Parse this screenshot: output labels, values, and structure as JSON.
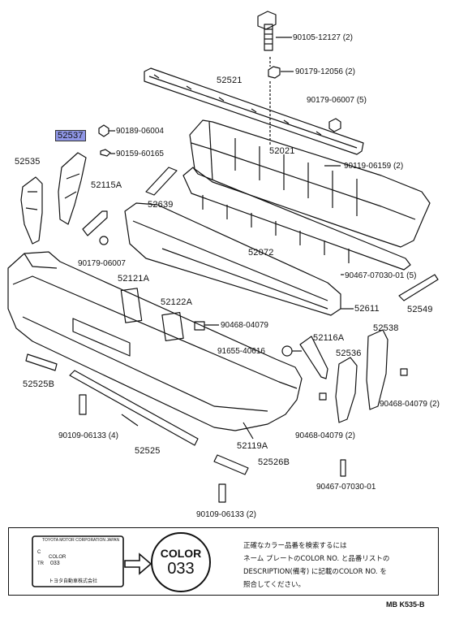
{
  "parts": {
    "p90105_12127": "90105-12127 (2)",
    "p90179_12056": "90179-12056 (2)",
    "p52521": "52521",
    "p90179_06007_5": "90179-06007 (5)",
    "p52537": "52537",
    "p90189_06004": "90189-06004",
    "p90159_60165": "90159-60165",
    "p52535": "52535",
    "p52021": "52021",
    "p90119_06159": "90119-06159 (2)",
    "p52115A": "52115A",
    "p52639": "52639",
    "p90179_06007": "90179-06007",
    "p52072": "52072",
    "p90467_07030_01_5": "90467-07030-01 (5)",
    "p52121A": "52121A",
    "p52122A": "52122A",
    "p52549": "52549",
    "p52611": "52611",
    "p90468_04079": "90468-04079",
    "p52538": "52538",
    "p52116A": "52116A",
    "p91655_40616": "91655-40616",
    "p52536": "52536",
    "p52525B": "52525B",
    "p90468_04079_2_right": "90468-04079 (2)",
    "p90109_06133_4": "90109-06133 (4)",
    "p90468_04079_2": "90468-04079 (2)",
    "p52525": "52525",
    "p52119A": "52119A",
    "p52526B": "52526B",
    "p90467_07030_01": "90467-07030-01",
    "p90109_06133_2": "90109-06133 (2)"
  },
  "note": {
    "color_word": "COLOR",
    "color_code": "033",
    "line1": "正確なカラー品番を検索するには",
    "line2": "ネーム プレートのCOLOR NO. と品番リストの",
    "line3": "DESCRIPTION(備考) に記載のCOLOR NO. を",
    "line4": "照合してください。",
    "plate_header": "TOYOTA MOTOR CORPORATION JAPAN",
    "plate_c": "C",
    "plate_tr": "TR",
    "plate_color": "COLOR",
    "plate_code": "033",
    "plate_maker": "トヨタ自動車株式会社"
  },
  "footer": {
    "code": "MB K535-B"
  },
  "colors": {
    "highlight": "#8f96e6",
    "line": "#111111"
  }
}
